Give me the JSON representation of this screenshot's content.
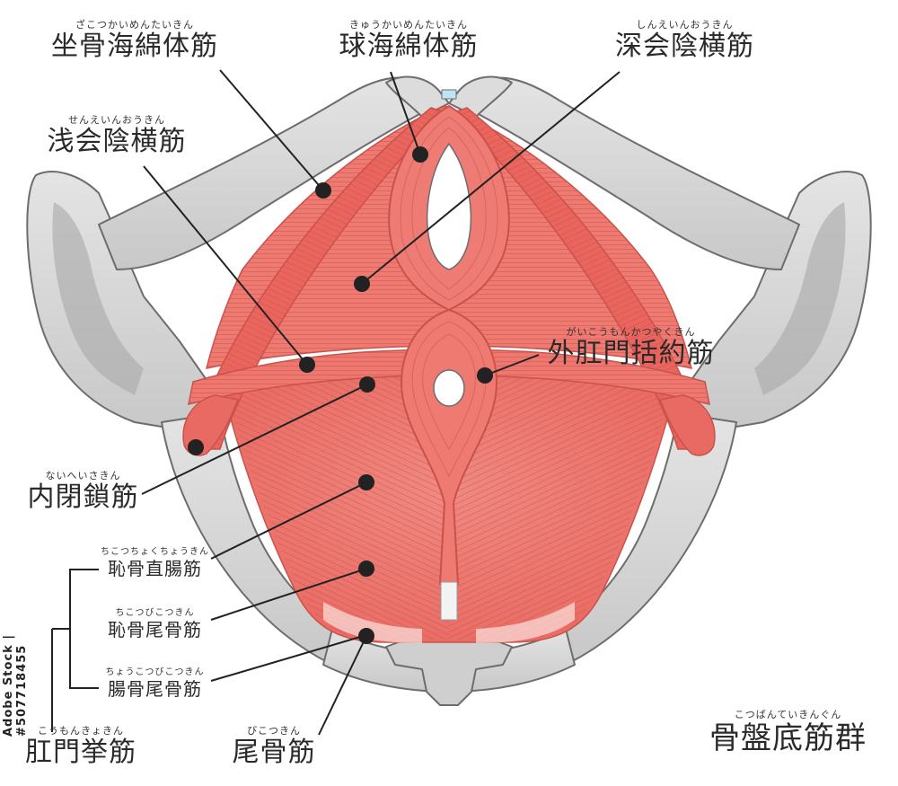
{
  "labels": {
    "ischiocavernosus": {
      "ruby": "ざこつかいめんたいきん",
      "name": "坐骨海綿体筋"
    },
    "bulbospongiosus": {
      "ruby": "きゅうかいめんたいきん",
      "name": "球海綿体筋"
    },
    "deep_transverse": {
      "ruby": "しんえいんおうきん",
      "name": "深会陰横筋"
    },
    "superficial_transverse": {
      "ruby": "せんえいんおうきん",
      "name": "浅会陰横筋"
    },
    "external_anal_sphincter": {
      "ruby": "がいこうもんかつやくきん",
      "name": "外肛門括約筋"
    },
    "obturator_internus": {
      "ruby": "ないへいさきん",
      "name": "内閉鎖筋"
    },
    "puborectalis": {
      "ruby": "ちこつちょくちょうきん",
      "name": "恥骨直腸筋"
    },
    "pubococcygeus": {
      "ruby": "ちこつびこつきん",
      "name": "恥骨尾骨筋"
    },
    "iliococcygeus": {
      "ruby": "ちょうこつびこつきん",
      "name": "腸骨尾骨筋"
    },
    "levator_ani": {
      "ruby": "こうもんきょきん",
      "name": "肛門挙筋"
    },
    "coccygeus": {
      "ruby": "びこつきん",
      "name": "尾骨筋"
    },
    "title": {
      "ruby": "こつばんていきんぐん",
      "name": "骨盤底筋群"
    }
  },
  "stock_id": "Adobe Stock | #507718455",
  "colors": {
    "bone": "#d9d9d9",
    "bone_shadow": "#a9a9a9",
    "bone_outline": "#6d6d6d",
    "muscle": "#ec7068",
    "muscle_light": "#f6a7a0",
    "muscle_line": "#c9524b",
    "leader": "#222222"
  }
}
